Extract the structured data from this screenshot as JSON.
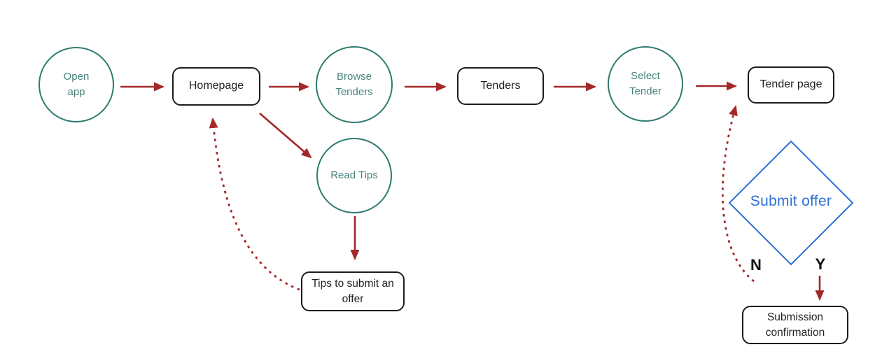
{
  "diagram": {
    "background": "#ffffff",
    "colors": {
      "circle_stroke": "#2d7b70",
      "circle_text": "#46837b",
      "rect_stroke": "#1c1c1c",
      "rect_text": "#1f1f1f",
      "arrow": "#a42828",
      "diamond_stroke": "#2e70d4",
      "diamond_text": "#2e70d4"
    },
    "nodes": {
      "open_app": {
        "label": "Open app",
        "shape": "circle"
      },
      "homepage": {
        "label": "Homepage",
        "shape": "rounded-rect"
      },
      "browse_tenders": {
        "label": "Browse Tenders",
        "shape": "circle"
      },
      "tenders": {
        "label": "Tenders",
        "shape": "rounded-rect"
      },
      "select_tender": {
        "label": "Select Tender",
        "shape": "circle"
      },
      "tender_page": {
        "label": "Tender page",
        "shape": "rounded-rect"
      },
      "read_tips": {
        "label": "Read Tips",
        "shape": "circle"
      },
      "tips_to_submit": {
        "label": "Tips to submit an offer",
        "shape": "rounded-rect"
      },
      "submit_offer": {
        "label": "Submit offer",
        "shape": "diamond"
      },
      "submission_confirmation": {
        "label": "Submission confirmation",
        "shape": "rounded-rect"
      }
    },
    "decision_labels": {
      "no": "N",
      "yes": "Y"
    },
    "edges": [
      {
        "from": "Open app",
        "to": "Homepage",
        "style": "solid"
      },
      {
        "from": "Homepage",
        "to": "Browse Tenders",
        "style": "solid"
      },
      {
        "from": "Browse Tenders",
        "to": "Tenders",
        "style": "solid"
      },
      {
        "from": "Tenders",
        "to": "Select Tender",
        "style": "solid"
      },
      {
        "from": "Select Tender",
        "to": "Tender page",
        "style": "solid"
      },
      {
        "from": "Homepage",
        "to": "Read Tips",
        "style": "solid"
      },
      {
        "from": "Read Tips",
        "to": "Tips to submit an offer",
        "style": "solid"
      },
      {
        "from": "Tips to submit an offer",
        "to": "Homepage",
        "style": "dashed"
      },
      {
        "from": "Submit offer",
        "to": "Tender page",
        "style": "dashed",
        "label": "N"
      },
      {
        "from": "Submit offer",
        "to": "Submission confirmation",
        "style": "solid",
        "label": "Y"
      }
    ]
  }
}
